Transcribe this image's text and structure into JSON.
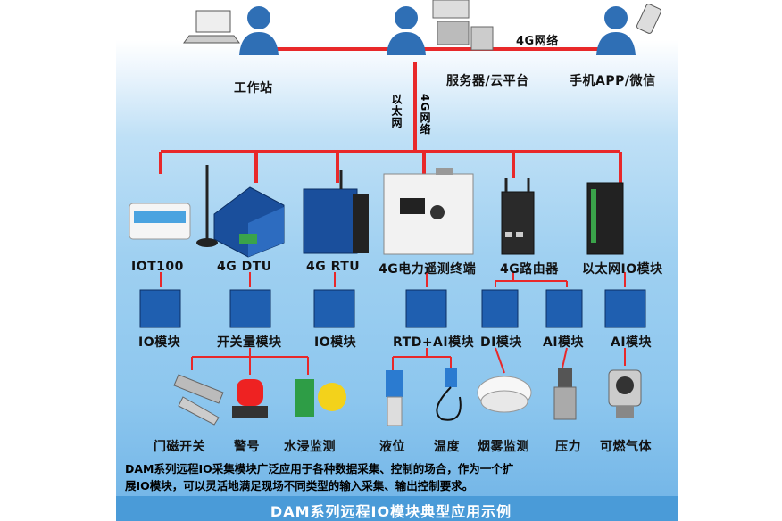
{
  "top": {
    "workstation": "工作站",
    "server": "服务器/云平台",
    "mobile": "手机APP/微信",
    "link_4g": "4G网络",
    "ethernet": "以太网",
    "net_4g": "4G网络"
  },
  "devices": [
    "IOT100",
    "4G DTU",
    "4G RTU",
    "4G电力遥测终端",
    "4G路由器",
    "以太网IO模块"
  ],
  "modules": [
    "IO模块",
    "开关量模块",
    "IO模块",
    "RTD+AI模块",
    "DI模块",
    "AI模块",
    "AI模块"
  ],
  "sensors": [
    "门磁开关",
    "警号",
    "水浸监测",
    "液位",
    "温度",
    "烟雾监测",
    "压力",
    "可燃气体"
  ],
  "description": [
    "DAM系列远程IO采集模块广泛应用于各种数据采集、控制的场合，作为一个扩",
    "展IO模块，可以灵活地满足现场不同类型的输入采集、输出控制要求。"
  ],
  "title": "DAM系列远程IO模块典型应用示例",
  "colors": {
    "line": "#e8282a",
    "panel": "#9fd0f1",
    "device_blue": "#1a4f9c"
  }
}
